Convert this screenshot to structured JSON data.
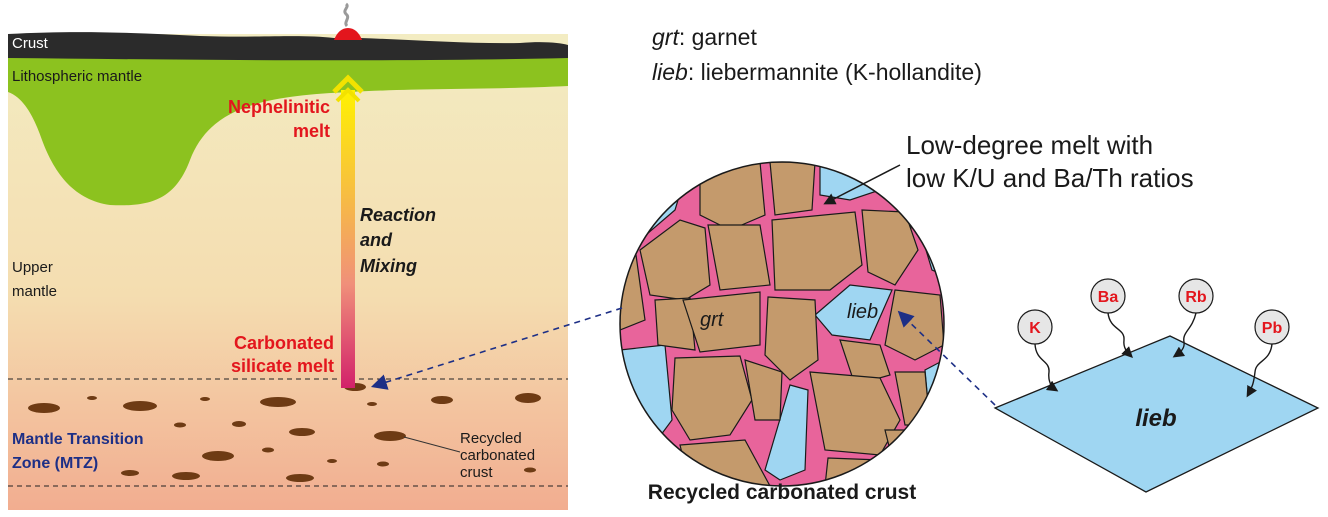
{
  "cross_section": {
    "crust": "Crust",
    "lithospheric_mantle": "Lithospheric mantle",
    "upper_mantle_line1": "Upper",
    "upper_mantle_line2": "mantle",
    "mtz_line1": "Mantle Transition",
    "mtz_line2": "Zone (MTZ)",
    "nephelinitic_line1": "Nephelinitic",
    "nephelinitic_line2": "melt",
    "reaction_line1": "Reaction",
    "reaction_line2": "and",
    "reaction_line3": "Mixing",
    "carbonated_line1": "Carbonated",
    "carbonated_line2": "silicate melt",
    "recycled_line1": "Recycled",
    "recycled_line2": "carbonated",
    "recycled_line3": "crust"
  },
  "legend": {
    "grt_abbr": "grt",
    "grt_def": ": garnet",
    "lieb_abbr": "lieb",
    "lieb_def": ": liebermannite (K-hollandite)"
  },
  "circle": {
    "title": "Recycled carbonated crust",
    "grt_label": "grt",
    "lieb_label": "lieb",
    "melt_line1": "Low-degree melt with",
    "melt_line2": "low K/U and Ba/Th ratios"
  },
  "lieb_crystal": {
    "label": "lieb",
    "elements": [
      "K",
      "Ba",
      "Rb",
      "Pb"
    ]
  },
  "colors": {
    "crust": "#2b2b2b",
    "lithosphere": "#8cc21f",
    "melt_red": "#e3161d",
    "mtz_blue": "#1d2f86",
    "grain": "#c49a6c",
    "pink_melt": "#e8649b",
    "lieb_blue": "#9fd6f2",
    "blob": "#6e3b14"
  }
}
